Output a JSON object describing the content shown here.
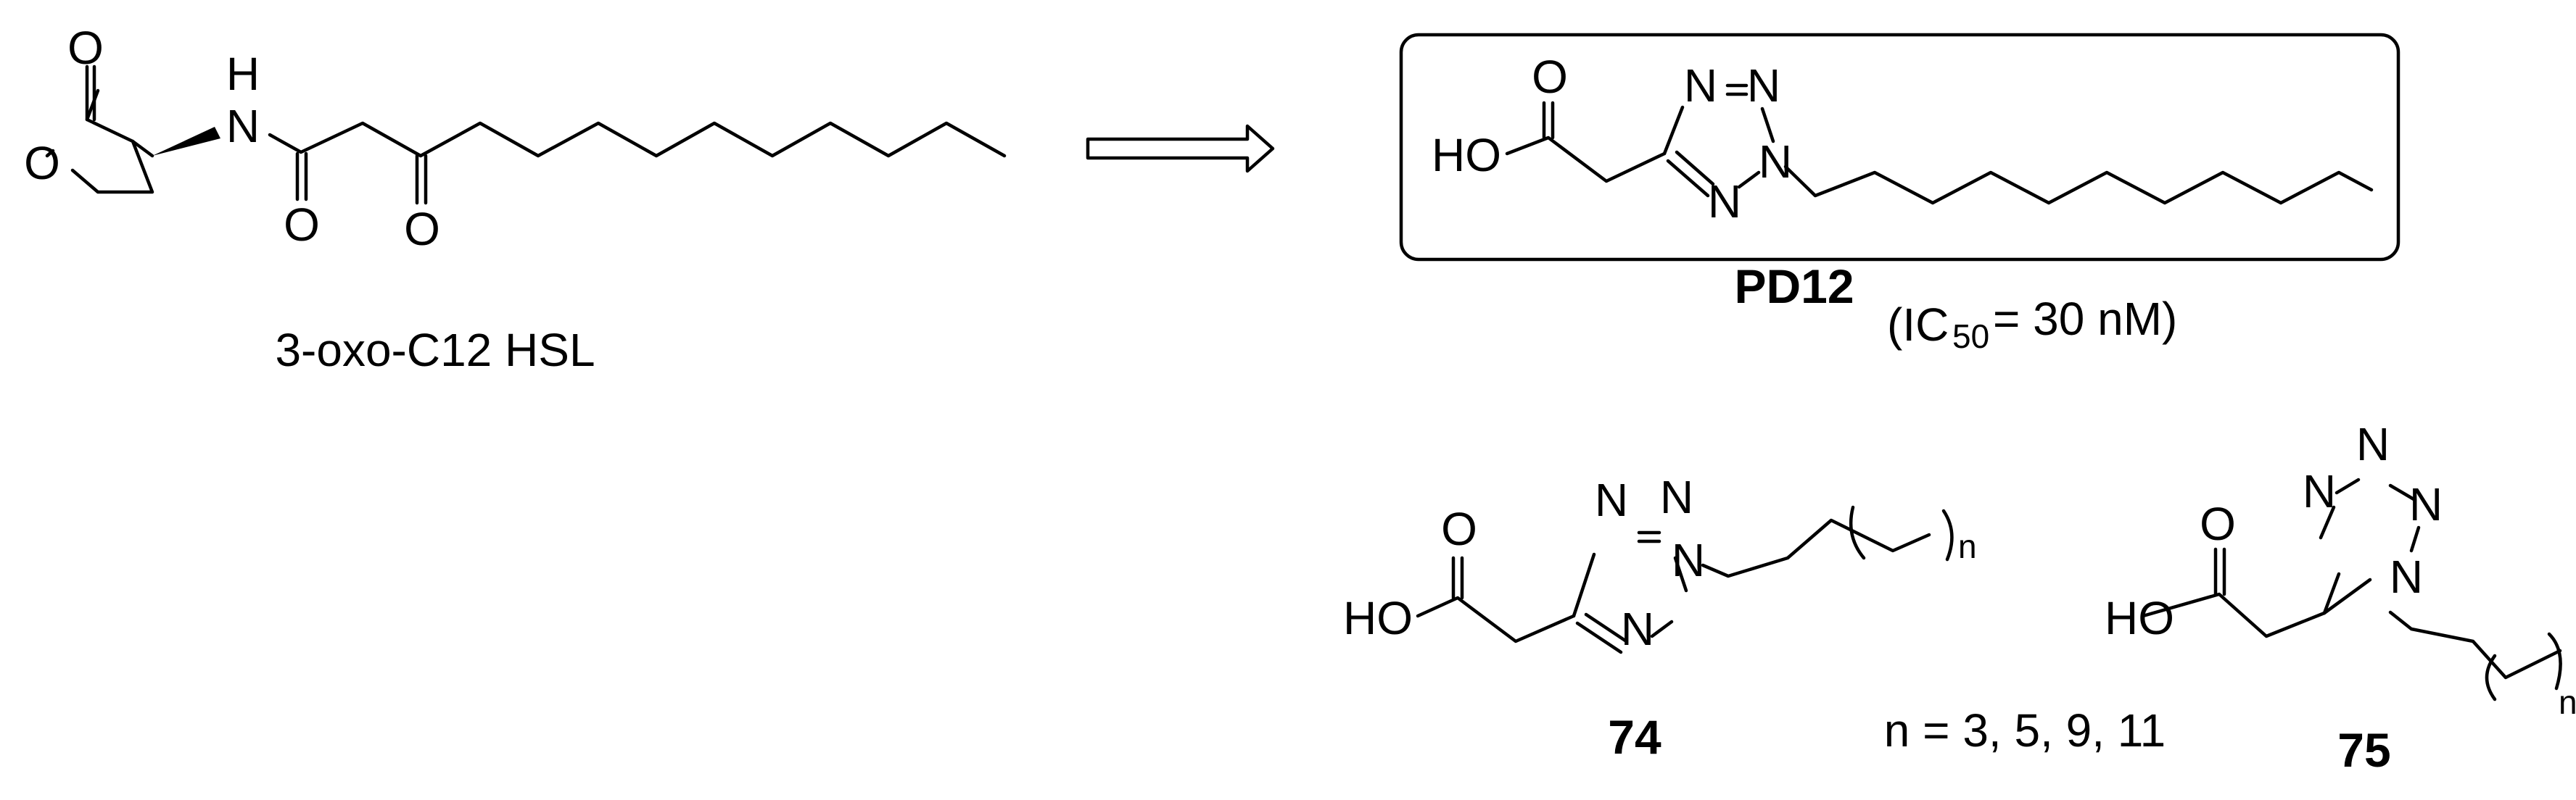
{
  "atoms": {
    "o": "O",
    "n": "N",
    "h": "H",
    "ho": "HO"
  },
  "captions": {
    "hsl_name": "3-oxo-C12 HSL",
    "pd12_name": "PD12",
    "pd12_ic50_open": "(IC",
    "pd12_ic50_sub": "50",
    "pd12_ic50_close": "= 30 nM)",
    "compound_74": "74",
    "compound_75": "75",
    "n_values": "n = 3, 5, 9, 11",
    "n_subscript": "n"
  },
  "colors": {
    "ink": "#000000",
    "background": "#ffffff"
  }
}
